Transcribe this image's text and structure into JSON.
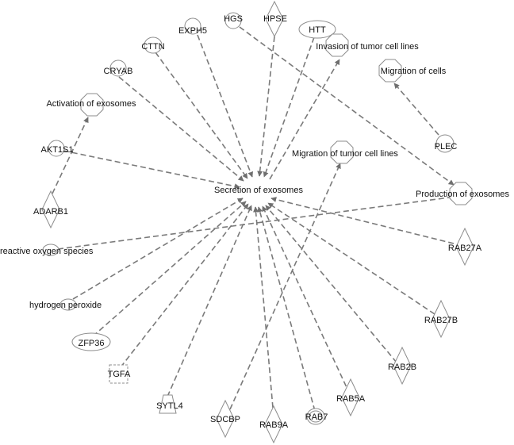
{
  "network": {
    "hub": "Secretion of exosomes",
    "nodes": [
      {
        "id": "exph5",
        "label": "EXPH5",
        "shape": "ellipse"
      },
      {
        "id": "hgs",
        "label": "HGS",
        "shape": "ellipse"
      },
      {
        "id": "hpse",
        "label": "HPSE",
        "shape": "diamond"
      },
      {
        "id": "htt",
        "label": "HTT",
        "shape": "ellipse"
      },
      {
        "id": "cttn",
        "label": "CTTN",
        "shape": "ellipse"
      },
      {
        "id": "invasion",
        "label": "Invasion of tumor cell lines",
        "shape": "octagon"
      },
      {
        "id": "migration-cells",
        "label": "Migration of cells",
        "shape": "octagon"
      },
      {
        "id": "cryab",
        "label": "CRYAB",
        "shape": "ellipse"
      },
      {
        "id": "activation",
        "label": "Activation of exosomes",
        "shape": "octagon"
      },
      {
        "id": "akt1s1",
        "label": "AKT1S1",
        "shape": "ellipse"
      },
      {
        "id": "plec",
        "label": "PLEC",
        "shape": "ellipse"
      },
      {
        "id": "migration-tumor",
        "label": "Migration of tumor cell lines",
        "shape": "octagon"
      },
      {
        "id": "production",
        "label": "Production of exosomes",
        "shape": "octagon"
      },
      {
        "id": "adarb1",
        "label": "ADARB1",
        "shape": "diamond"
      },
      {
        "id": "ros",
        "label": "reactive oxygen species",
        "shape": "ellipse"
      },
      {
        "id": "rab27a",
        "label": "RAB27A",
        "shape": "diamond"
      },
      {
        "id": "h2o2",
        "label": "hydrogen peroxide",
        "shape": "ellipse"
      },
      {
        "id": "rab27b",
        "label": "RAB27B",
        "shape": "diamond"
      },
      {
        "id": "zfp36",
        "label": "ZFP36",
        "shape": "ellipse"
      },
      {
        "id": "rab2b",
        "label": "RAB2B",
        "shape": "diamond"
      },
      {
        "id": "tgfa",
        "label": "TGFA",
        "shape": "dashed-square"
      },
      {
        "id": "rab5a",
        "label": "RAB5A",
        "shape": "diamond"
      },
      {
        "id": "sytl4",
        "label": "SYTL4",
        "shape": "trapezoid"
      },
      {
        "id": "sdcbp",
        "label": "SDCBP",
        "shape": "diamond"
      },
      {
        "id": "rab9a",
        "label": "RAB9A",
        "shape": "diamond"
      },
      {
        "id": "rab7",
        "label": "RAB7",
        "shape": "double-ellipse"
      }
    ]
  }
}
